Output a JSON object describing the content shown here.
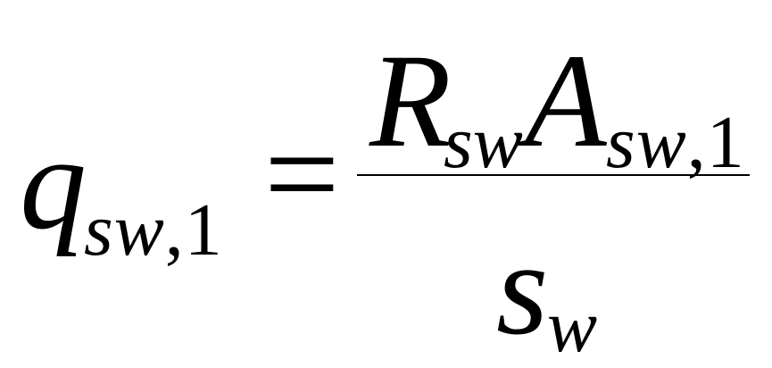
{
  "formula": {
    "lhs": {
      "main": "q",
      "subscript": "sw,1"
    },
    "equals": "=",
    "numerator": {
      "terms": [
        {
          "main": "R",
          "subscript": "sw"
        },
        {
          "main": "A",
          "subscript": "sw,1"
        }
      ]
    },
    "denominator": {
      "main": "s",
      "subscript": "w"
    }
  }
}
